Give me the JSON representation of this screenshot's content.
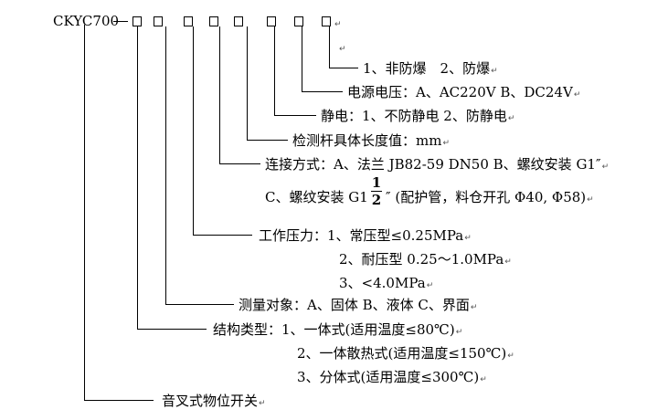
{
  "code": {
    "prefix": "CKYC700",
    "dash": "—",
    "end_mark": "↵"
  },
  "line_mark": "↵",
  "items": [
    {
      "label": "1、非防爆　2、防爆"
    },
    {
      "label": "电源电压：A、AC220V B、DC24V"
    },
    {
      "label": "静电：1、不防静电 2、防静电"
    },
    {
      "label": "检测杆具体长度值：mm"
    },
    {
      "label": "连接方式：A、法兰 JB82-59 DN50 B、螺纹安装 G1″"
    },
    {
      "label": "工作压力：1、常压型≤0.25MPa"
    },
    {
      "label": "测量对象：A、固体 B、液体 C、界面"
    },
    {
      "label": "结构类型：1、一体式(适用温度≤80℃)"
    },
    {
      "label": "音叉式物位开关"
    }
  ],
  "continuations": {
    "connection_c_prefix": "C、螺纹安装 G1",
    "fraction_num": "1",
    "fraction_den": "2",
    "connection_c_suffix": "″ (配护管，料仓开孔 Φ40, Φ58)",
    "pressure_2": "2、耐压型 0.25～1.0MPa",
    "pressure_3": "3、<4.0MPa",
    "structure_2": "2、一体散热式(适用温度≤150℃)",
    "structure_3": "3、分体式(适用温度≤300℃)"
  }
}
